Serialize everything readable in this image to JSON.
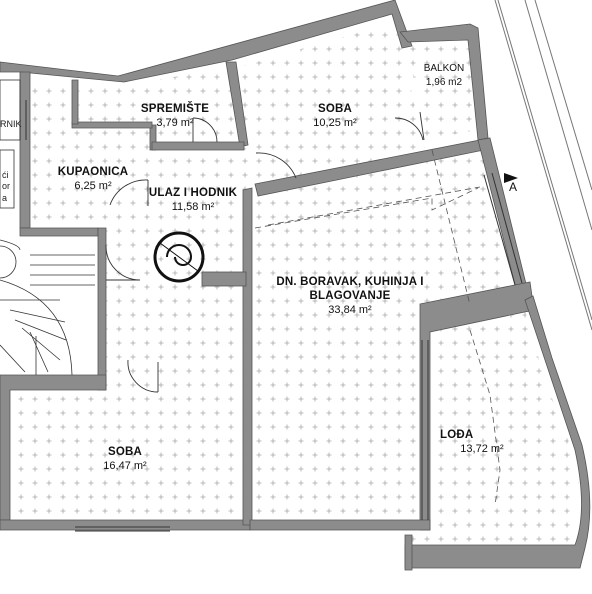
{
  "rooms": {
    "spremiste": {
      "name": "SPREMIŠTE",
      "area": "3,79 m²"
    },
    "soba_top": {
      "name": "SOBA",
      "area": "10,25 m²"
    },
    "balkon": {
      "name": "BALKON",
      "area": "1,96 m2"
    },
    "kupaonica": {
      "name": "KUPAONICA",
      "area": "6,25 m²"
    },
    "ulaz": {
      "name": "ULAZ I HODNIK",
      "area": "11,58 m²"
    },
    "boravak": {
      "name_line1": "DN. BORAVAK, KUHINJA I",
      "name_line2": "BLAGOVANJE",
      "area": "33,84 m²"
    },
    "soba_bottom": {
      "name": "SOBA",
      "area": "16,47 m²"
    },
    "loda": {
      "name": "LOĐA",
      "area": "13,72 m²"
    }
  },
  "left_fragments": {
    "top": "RNIK",
    "mid1": "ći",
    "mid2": "or",
    "mid3": "a"
  },
  "section_mark": "A",
  "colors": {
    "wall": "#8c8c8c",
    "wall_edge": "#555555",
    "floor_mark": "#9a9a9a",
    "line": "#333333"
  }
}
